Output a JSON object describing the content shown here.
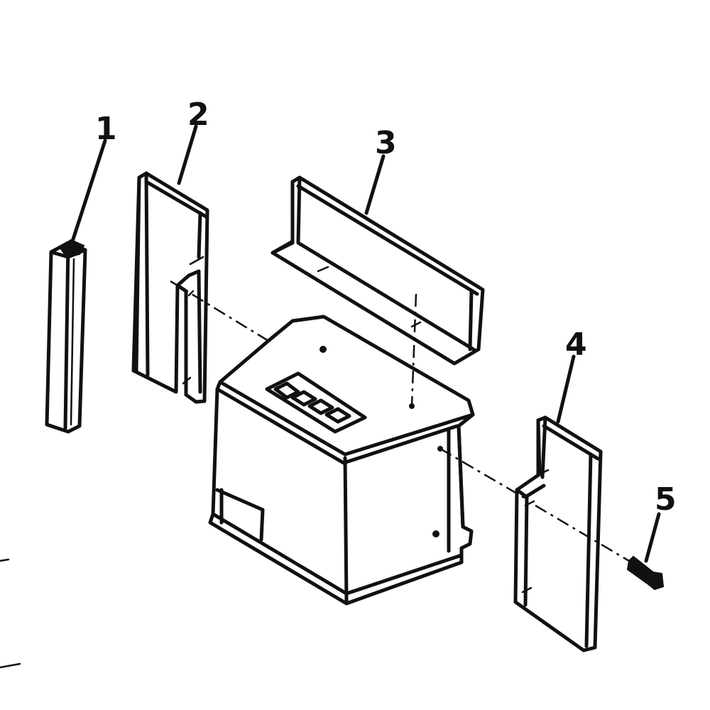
{
  "callouts": {
    "part_1": "1",
    "part_2": "2",
    "part_3": "3",
    "part_4": "4",
    "part_5": "5"
  },
  "colors": {
    "ink": "#111111",
    "background": "#ffffff"
  }
}
